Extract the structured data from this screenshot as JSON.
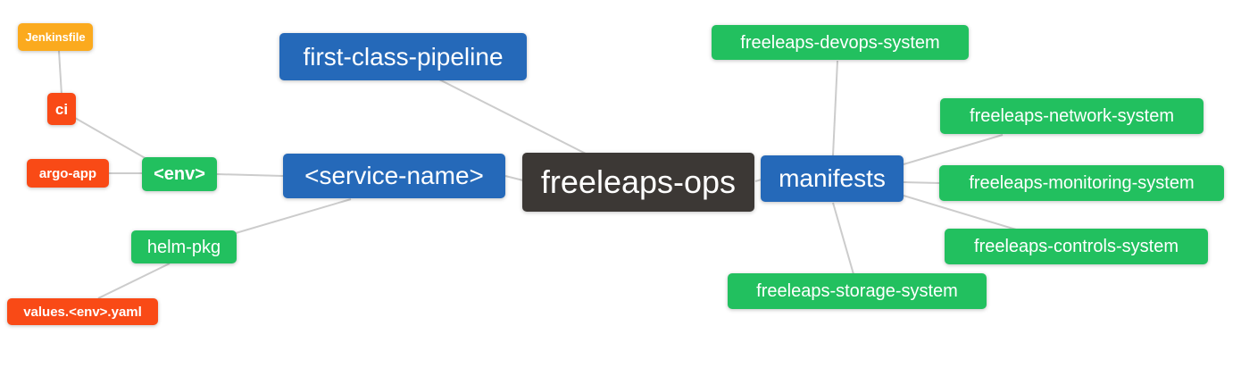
{
  "palette": {
    "root_bg": "#3c3835",
    "branch_bg": "#2569b9",
    "leaf_green_bg": "#22c05f",
    "leaf_red_bg": "#f94a16",
    "leaf_orange_bg": "#fbaa1e",
    "text": "#ffffff",
    "edge": "#cccccc",
    "background": "#ffffff"
  },
  "nodes": {
    "root": {
      "label": "freeleaps-ops"
    },
    "first_class_pipeline": {
      "label": "first-class-pipeline"
    },
    "service_name": {
      "label": "<service-name>"
    },
    "manifests": {
      "label": "manifests"
    },
    "env": {
      "label": "<env>"
    },
    "helm_pkg": {
      "label": "helm-pkg"
    },
    "ci": {
      "label": "ci"
    },
    "argo_app": {
      "label": "argo-app"
    },
    "jenkinsfile": {
      "label": "Jenkinsfile"
    },
    "values_env_yaml": {
      "label": "values.<env>.yaml"
    },
    "devops_system": {
      "label": "freeleaps-devops-system"
    },
    "network_system": {
      "label": "freeleaps-network-system"
    },
    "monitoring_system": {
      "label": "freeleaps-monitoring-system"
    },
    "controls_system": {
      "label": "freeleaps-controls-system"
    },
    "storage_system": {
      "label": "freeleaps-storage-system"
    }
  },
  "edges": [
    {
      "from": "jenkinsfile",
      "to": "ci"
    },
    {
      "from": "ci",
      "to": "env"
    },
    {
      "from": "argo_app",
      "to": "env"
    },
    {
      "from": "env",
      "to": "service_name"
    },
    {
      "from": "helm_pkg",
      "to": "service_name"
    },
    {
      "from": "values_env_yaml",
      "to": "helm_pkg"
    },
    {
      "from": "service_name",
      "to": "root"
    },
    {
      "from": "first_class_pipeline",
      "to": "root"
    },
    {
      "from": "root",
      "to": "manifests"
    },
    {
      "from": "manifests",
      "to": "devops_system"
    },
    {
      "from": "manifests",
      "to": "network_system"
    },
    {
      "from": "manifests",
      "to": "monitoring_system"
    },
    {
      "from": "manifests",
      "to": "controls_system"
    },
    {
      "from": "manifests",
      "to": "storage_system"
    }
  ]
}
